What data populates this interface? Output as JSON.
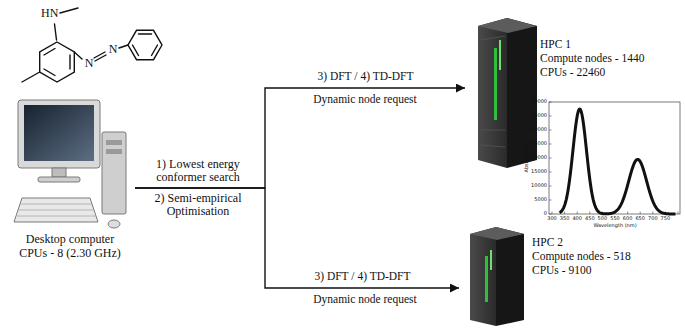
{
  "diagram": {
    "nodes": [
      {
        "text": [
          "Desktop computer",
          "CPUs - 8 (2.30 GHz)"
        ]
      },
      {
        "text": [
          "HPC 1",
          "Compute nodes - 1440",
          "CPUs - 22460"
        ]
      },
      {
        "text": [
          "HPC 2",
          "Compute nodes - 518",
          "CPUs - 9100"
        ]
      }
    ],
    "edges": [
      {
        "from": 0,
        "to": 1,
        "arrow": "to",
        "label": "3) DFT / 4) TD-DFT"
      },
      {
        "from": 0,
        "to": 2,
        "arrow": "to",
        "label": "3) DFT / 4) TD-DFT"
      }
    ],
    "labels": [
      "HN",
      "N",
      "N",
      "1) Lowest energy conformer search",
      "2) Semi-empirical Optimisation",
      "Dynamic node request",
      "Dynamic node request",
      "40000",
      "35000",
      "30000",
      "25000",
      "20000",
      "15000",
      "10000",
      "5000",
      "0",
      "300",
      "350",
      "400",
      "450",
      "500",
      "550",
      "600",
      "650",
      "700",
      "750",
      "Absorbance",
      "Wavelength (nm)"
    ]
  }
}
